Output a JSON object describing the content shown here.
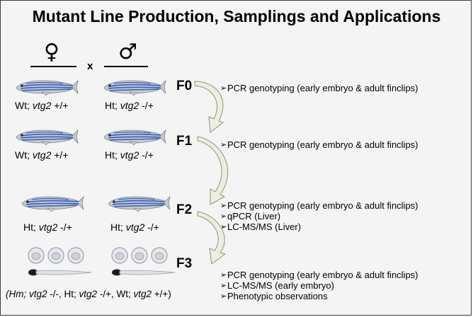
{
  "title": "Mutant Line Production, Samplings and Applications",
  "parents": {
    "female_symbol": "♀",
    "male_symbol": "♂",
    "cross_symbol": "x"
  },
  "generations": [
    {
      "label": "F0",
      "female": {
        "pre": "Wt; ",
        "gene": "vtg2",
        "post": " +/+"
      },
      "male": {
        "pre": "Ht; ",
        "gene": "vtg2",
        "post": "  -/+"
      },
      "applications": [
        "PCR genotyping (early embryo & adult finclips)"
      ]
    },
    {
      "label": "F1",
      "female": {
        "pre": "Wt; ",
        "gene": "vtg2",
        "post": " +/+"
      },
      "male": {
        "pre": "Ht; ",
        "gene": "vtg2",
        "post": " -/+"
      },
      "applications": [
        "PCR genotyping (early embryo & adult  finclips)"
      ]
    },
    {
      "label": "F2",
      "female": {
        "pre": "Ht; ",
        "gene": "vtg2",
        "post": " -/+"
      },
      "male": {
        "pre": "Ht; ",
        "gene": "vtg2",
        "post": " -/+"
      },
      "applications": [
        "PCR genotyping (early embryo & adult finclips)",
        "qPCR (Liver)",
        "LC-MS/MS (Liver)"
      ]
    },
    {
      "label": "F3",
      "offspring": {
        "p1": "(Hm; ",
        "g1": "vtg2",
        "s1": " -/-",
        "p2": ", Ht; ",
        "g2": "vtg2",
        "s2": " -/+",
        "p3": ", Wt; ",
        "g3": "vtg2",
        "s3": " +/+)"
      },
      "applications": [
        "PCR genotyping (early embryo & adult finclips)",
        "LC-MS/MS (early embryo)",
        "Phenotypic observations"
      ]
    }
  ],
  "bullet_glyph": "➢",
  "colors": {
    "background": "#f4f4f4",
    "fish_body": "#c7ccd2",
    "fish_stripe": "#3f63b8",
    "arrow_fill": "#eceee0",
    "arrow_stroke": "#8f9384"
  }
}
